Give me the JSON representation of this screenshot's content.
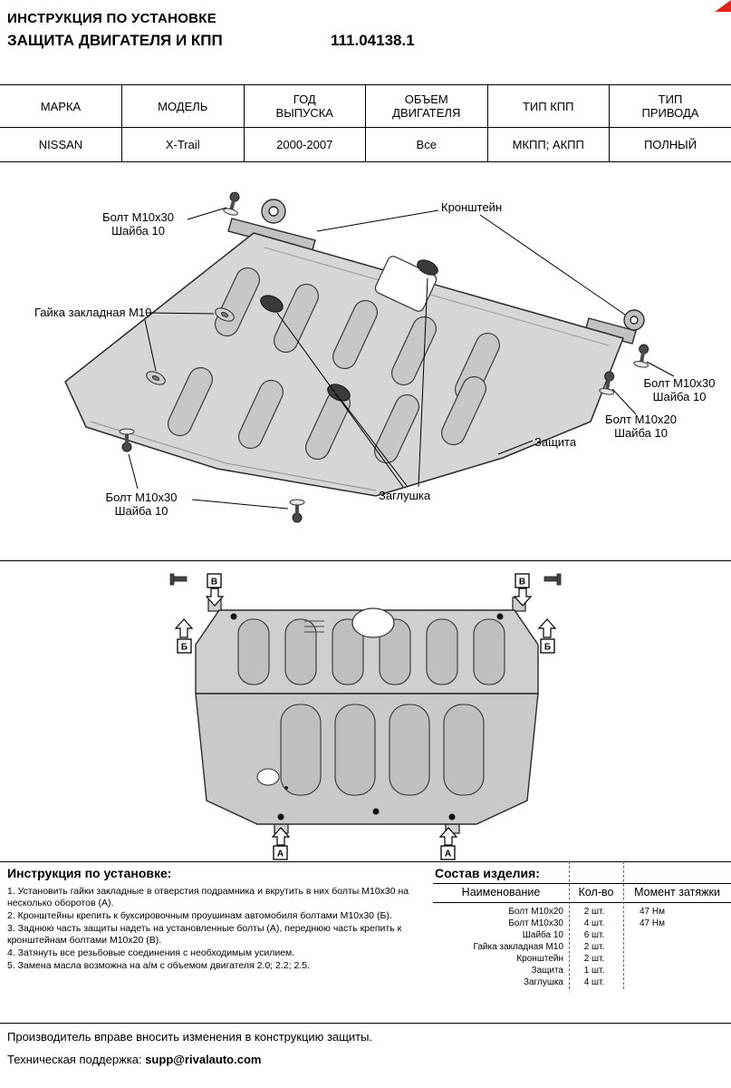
{
  "header": {
    "title_line1": "ИНСТРУКЦИЯ ПО УСТАНОВКЕ",
    "title_line2": "ЗАЩИТА ДВИГАТЕЛЯ И КПП",
    "part_number": "111.04138.1"
  },
  "brand_color": "#e2231a",
  "spec_table": {
    "headers": [
      "МАРКА",
      "МОДЕЛЬ",
      "ГОД\nВЫПУСКА",
      "ОБЪЕМ\nДВИГАТЕЛЯ",
      "ТИП КПП",
      "ТИП\nПРИВОДА"
    ],
    "row": [
      "NISSAN",
      "X-Trail",
      "2000-2007",
      "Все",
      "МКПП; АКПП",
      "ПОЛНЫЙ"
    ]
  },
  "diagram1": {
    "labels": {
      "bolt_top_left": "Болт М10х30\nШайба 10",
      "bracket": "Кронштейн",
      "rivet_nut": "Гайка закладная М10",
      "bolt_right_1": "Болт М10х30\nШайба 10",
      "bolt_right_2": "Болт М10х20\nШайба 10",
      "shield": "Защита",
      "bolt_bottom_left": "Болт М10х30\nШайба 10",
      "plug": "Заглушка"
    }
  },
  "diagram2": {
    "marker_a": "А",
    "marker_b": "Б",
    "marker_v": "В"
  },
  "install": {
    "heading": "Инструкция по установке:",
    "steps": [
      "1. Установить гайки закладные в отверстия подрамника и вкрутить в них болты М10х30 на несколько оборотов (А).",
      "2. Кронштейны крепить к буксировочным проушинам автомобиля болтами М10х30 (Б).",
      "3. Заднюю часть защиты надеть на установленные болты (А), переднюю часть крепить к кронштейнам болтами М10х20 (В).",
      "4. Затянуть все резьбовые соединения с необходимым усилием.",
      "5. Замена масла возможна на а/м с объемом двигателя 2.0; 2.2; 2.5."
    ]
  },
  "parts": {
    "heading": "Состав изделия:",
    "col_name": "Наименование",
    "col_qty": "Кол-во",
    "col_torque": "Момент затяжки",
    "rows": [
      {
        "name": "Болт М10х20",
        "qty": "2 шт.",
        "torque": "47 Нм"
      },
      {
        "name": "Болт М10х30",
        "qty": "4 шт.",
        "torque": "47 Нм"
      },
      {
        "name": "Шайба 10",
        "qty": "6 шт.",
        "torque": ""
      },
      {
        "name": "Гайка закладная М10",
        "qty": "2 шт.",
        "torque": ""
      },
      {
        "name": "Кронштейн",
        "qty": "2 шт.",
        "torque": ""
      },
      {
        "name": "Защита",
        "qty": "1 шт.",
        "torque": ""
      },
      {
        "name": "Заглушка",
        "qty": "4 шт.",
        "torque": ""
      }
    ]
  },
  "footer": {
    "note": "Производитель вправе вносить изменения в конструкцию защиты.",
    "support_label": "Техническая поддержка: ",
    "support_email": "supp@rivalauto.com"
  }
}
